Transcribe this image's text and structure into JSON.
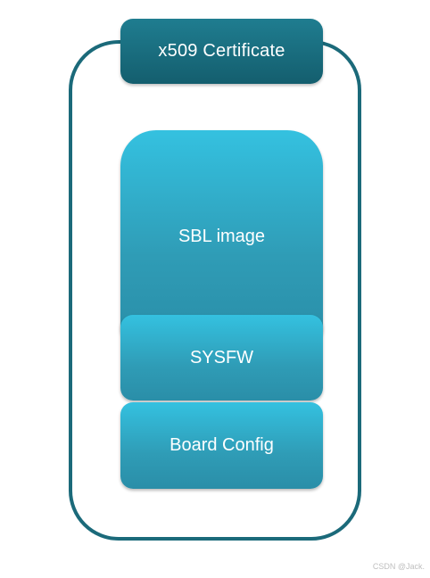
{
  "diagram": {
    "certificate_label": "x509 Certificate",
    "blocks": {
      "sbl_image": "SBL image",
      "sysfw": "SYSFW",
      "board_config": "Board Config"
    }
  },
  "watermark": "CSDN @Jack.",
  "colors": {
    "container_border": "#1b6a7a",
    "header_top": "#1f7d90",
    "header_bottom": "#145e6e",
    "block_top": "#34c1e0",
    "block_bottom": "#2a8ea8"
  }
}
